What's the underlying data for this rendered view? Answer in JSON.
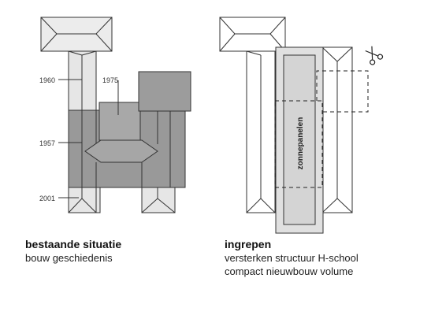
{
  "diagram_data": {
    "left": {
      "title": "bestaande situatie",
      "subtitle": "bouw geschiedenis",
      "year_labels": [
        "1960",
        "1975",
        "1957",
        "2001"
      ]
    },
    "right": {
      "title": "ingrepen",
      "subtitle_lines": [
        "versterken structuur H-school",
        "compact nieuwbouw volume"
      ],
      "panel_label": "zonnepanelen",
      "scissors_icon": "scissors-icon"
    },
    "colors": {
      "outline": "#333333",
      "light_gray": "#e6e6e6",
      "mid_gray": "#b3b3b3",
      "dark_gray": "#999999",
      "darkest_gray": "#8a8a8a"
    }
  }
}
